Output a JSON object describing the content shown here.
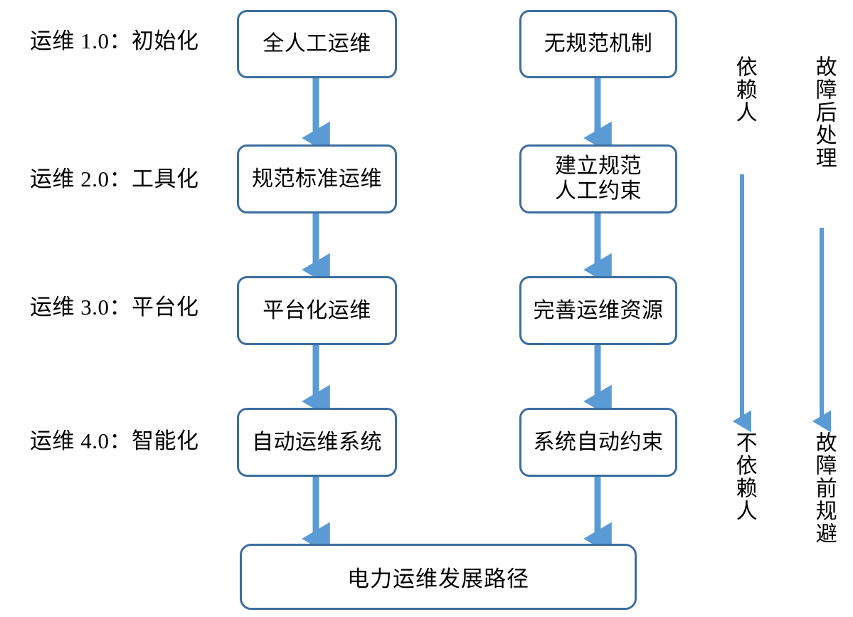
{
  "diagram": {
    "title_box": {
      "label": "电力运维发展路径"
    },
    "stage_labels": [
      {
        "text": "运维 1.0：初始化"
      },
      {
        "text": "运维 2.0：工具化"
      },
      {
        "text": "运维 3.0：平台化"
      },
      {
        "text": "运维 4.0：智能化"
      }
    ],
    "column_left": [
      {
        "label": "全人工运维"
      },
      {
        "label": "规范标准运维"
      },
      {
        "label": "平台化运维"
      },
      {
        "label": "自动运维系统"
      }
    ],
    "column_right": [
      {
        "label": "无规范机制"
      },
      {
        "label_line1": "建立规范",
        "label_line2": "人工约束"
      },
      {
        "label": "完善运维资源"
      },
      {
        "label": "系统自动约束"
      }
    ],
    "axis_annotations": [
      {
        "top": "依赖人",
        "bottom": "不依赖人"
      },
      {
        "top": "故障后处理",
        "bottom": "故障前规避"
      }
    ],
    "colors": {
      "box_border": "#3C6E9F",
      "arrow": "#5B9BD5",
      "text": "#000000",
      "background": "#FFFFFF"
    }
  }
}
